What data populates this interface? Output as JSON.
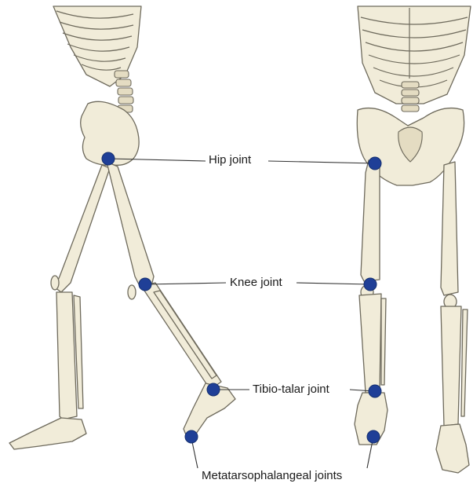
{
  "labels": {
    "hip": "Hip joint",
    "knee": "Knee joint",
    "tibiotalar": "Tibio-talar joint",
    "mtp": "Metatarsophalangeal joints"
  },
  "colors": {
    "joint_marker": "#1f3f97",
    "bone_fill": "#f1ecd9",
    "bone_outline": "#6e6a5c",
    "background": "#ffffff"
  }
}
